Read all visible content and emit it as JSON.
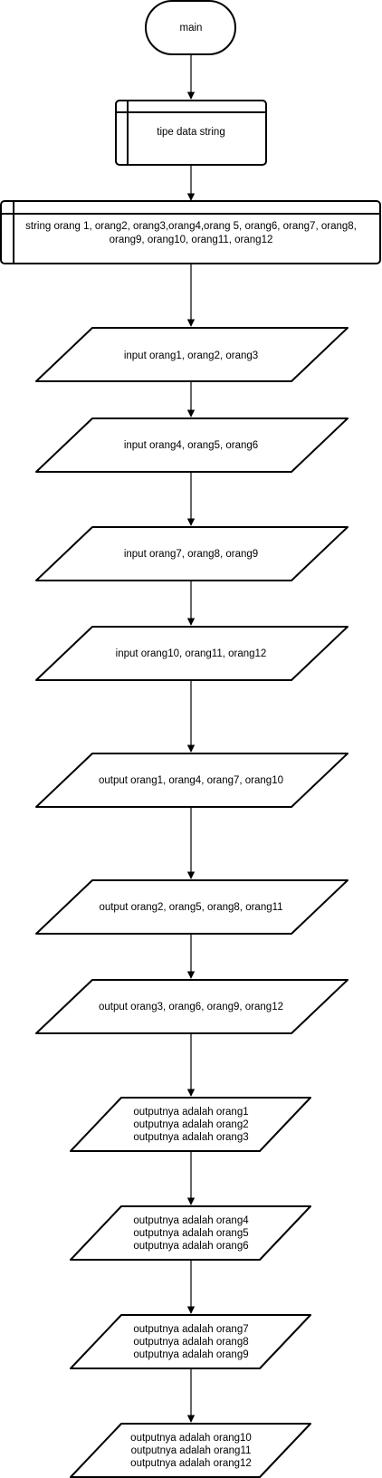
{
  "flowchart": {
    "start": {
      "label": "main"
    },
    "subroutine": {
      "label": "tipe data string"
    },
    "declaration": {
      "lines": [
        "string orang 1, orang2, orang3,orang4,orang 5, orang6, orang7, orang8,",
        "orang9, orang10, orang11, orang12"
      ]
    },
    "inputs": [
      {
        "label": "input orang1, orang2, orang3"
      },
      {
        "label": "input orang4, orang5, orang6"
      },
      {
        "label": "input orang7, orang8, orang9"
      },
      {
        "label": "input orang10, orang11, orang12"
      }
    ],
    "outputs": [
      {
        "label": "output orang1, orang4, orang7, orang10"
      },
      {
        "label": "output orang2, orang5, orang8, orang11"
      },
      {
        "label": "output orang3, orang6, orang9, orang12"
      }
    ],
    "results": [
      {
        "lines": [
          "outputnya adalah orang1",
          "outputnya adalah orang2",
          "outputnya adalah orang3"
        ]
      },
      {
        "lines": [
          "outputnya adalah orang4",
          "outputnya adalah orang5",
          "outputnya adalah orang6"
        ]
      },
      {
        "lines": [
          "outputnya adalah orang7",
          "outputnya adalah orang8",
          "outputnya adalah orang9"
        ]
      },
      {
        "lines": [
          "outputnya adalah orang10",
          "outputnya adalah orang11",
          "outputnya adalah orang12"
        ]
      }
    ]
  }
}
